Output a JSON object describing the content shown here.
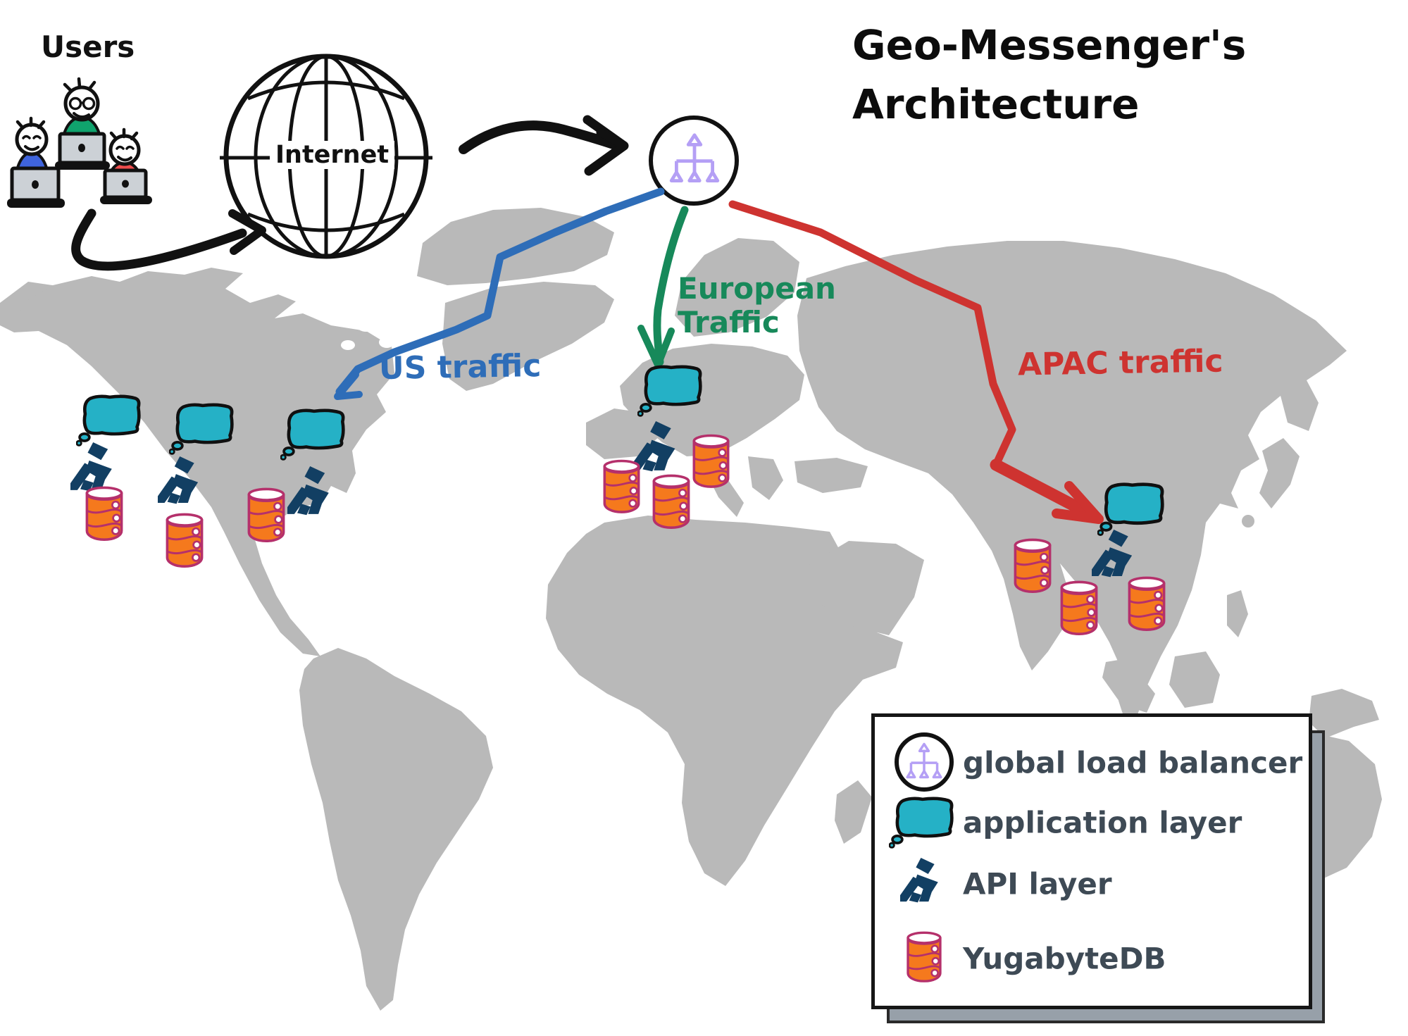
{
  "title": {
    "line1": "Geo-Messenger's",
    "line2": "Architecture"
  },
  "labels": {
    "users": "Users",
    "internet": "Internet"
  },
  "traffic": {
    "us": {
      "label": "US traffic",
      "color": "#2e6db8"
    },
    "european": {
      "line1": "European",
      "line2": "Traffic",
      "color": "#17895a"
    },
    "apac": {
      "label": "APAC traffic",
      "color": "#ce3330"
    }
  },
  "legend": {
    "items": [
      {
        "icon": "global-load-balancer-icon",
        "label": "global load balancer"
      },
      {
        "icon": "application-layer-icon",
        "label": "application layer"
      },
      {
        "icon": "api-layer-icon",
        "label": "API layer"
      },
      {
        "icon": "yugabytedb-icon",
        "label": "YugabyteDB"
      }
    ]
  },
  "regions": {
    "us_app_clusters": 3,
    "european_app_clusters": 1,
    "apac_app_clusters": 1
  },
  "colors": {
    "application_layer_teal": "#25b1c6",
    "api_layer_navy": "#123f63",
    "database_orange": "#f5791d",
    "database_outline_crimson": "#b5306b",
    "load_balancer_purple": "#b49ff5",
    "map_gray": "#b9b9b9",
    "us_traffic_blue": "#2e6db8",
    "european_traffic_green": "#17895a",
    "apac_traffic_red": "#ce3330",
    "legend_text": "#3e4a55"
  }
}
